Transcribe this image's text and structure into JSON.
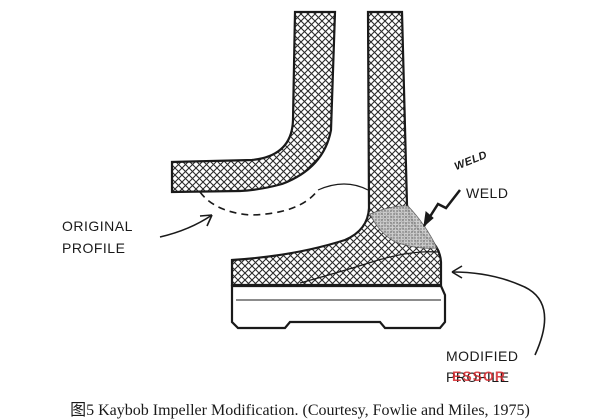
{
  "labels": {
    "original_line1": "ORIGINAL",
    "original_line2": "PROFILE",
    "weld_handwritten": "WELD",
    "weld": "WELD",
    "modified_line1": "MODIFIED",
    "modified_line2": "PROFILE"
  },
  "caption": "图5  Kaybob Impeller Modification. (Courtesy, Fowlie and Miles, 1975)",
  "watermark": "ESSOR",
  "colors": {
    "ink": "#1a1a1a",
    "hatch": "#2b2b2b",
    "weld_fill": "#bdbdbd",
    "watermark": "#d4262b"
  }
}
